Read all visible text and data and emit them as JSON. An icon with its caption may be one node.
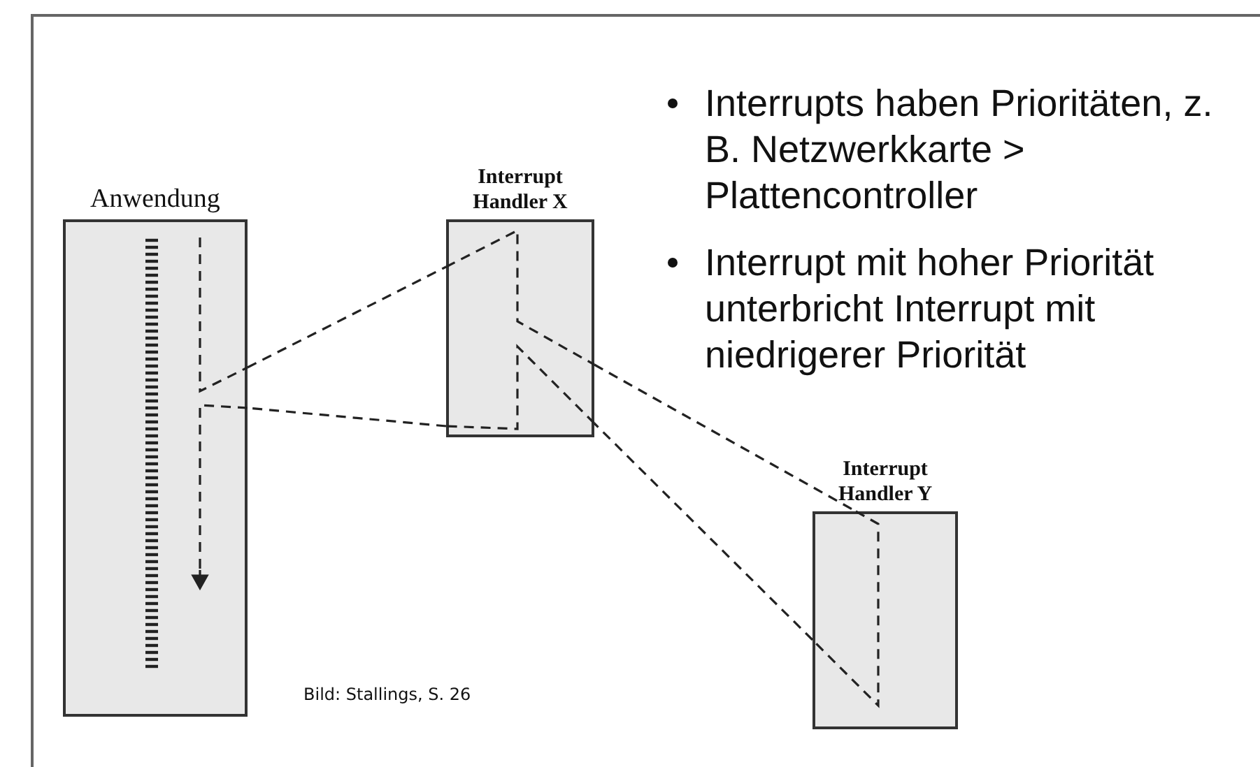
{
  "diagram": {
    "nodes": [
      {
        "text": [
          "Anwendung"
        ]
      },
      {
        "text": [
          "Interrupt Handler X"
        ]
      },
      {
        "text": [
          "Interrupt Handler Y"
        ]
      }
    ],
    "edges": [
      {
        "from": 0,
        "to": 1,
        "arrow": "none",
        "style": "dashed"
      },
      {
        "from": 1,
        "to": 0,
        "arrow": "none",
        "style": "dashed"
      },
      {
        "from": 1,
        "to": 2,
        "arrow": "none",
        "style": "dashed"
      },
      {
        "from": 2,
        "to": 1,
        "arrow": "none",
        "style": "dashed"
      }
    ],
    "labels": [
      "Interrupts haben Prioritäten, z. B. Netzwerkkarte > Plattencontroller",
      "Interrupt mit hoher Priorität unterbricht Interrupt mit niedrigerer Priorität",
      "Bild: Stallings, S. 26"
    ]
  }
}
